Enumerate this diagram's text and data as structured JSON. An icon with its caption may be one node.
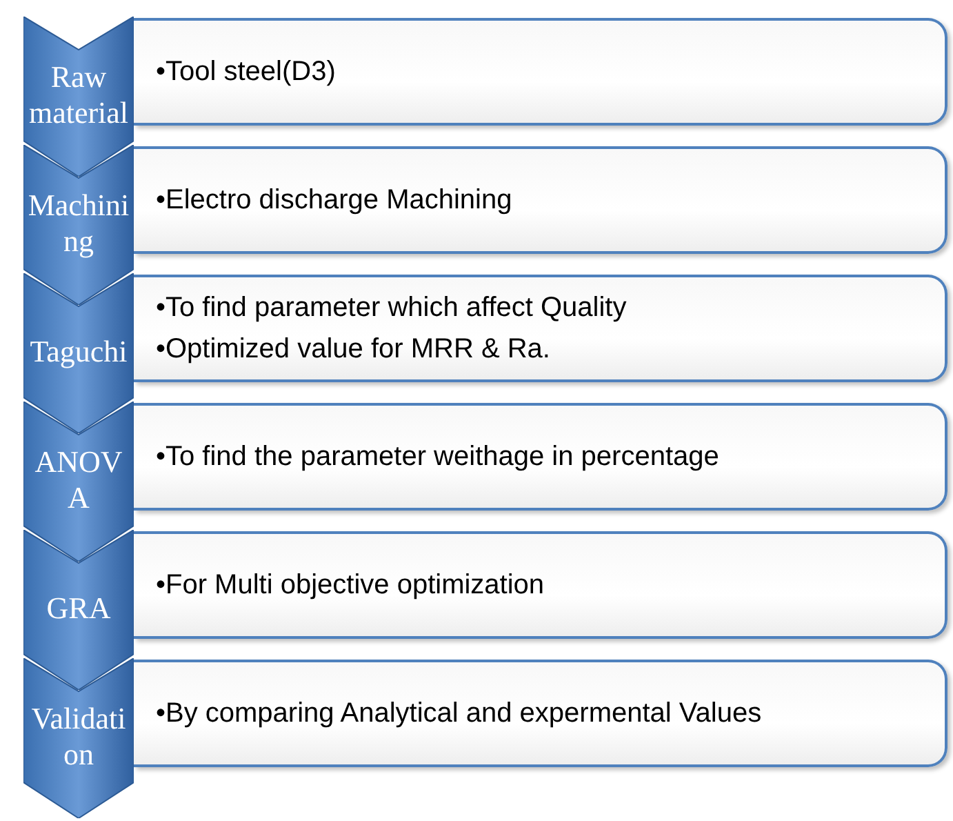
{
  "diagram": {
    "nodes": [
      {
        "text": [
          "Raw material"
        ]
      },
      {
        "text": [
          "•Tool steel(D3)"
        ]
      },
      {
        "text": [
          "Machining"
        ]
      },
      {
        "text": [
          "•Electro discharge Machining"
        ]
      },
      {
        "text": [
          "Taguchi"
        ]
      },
      {
        "text": [
          "•To find parameter which affect Quality",
          "•Optimized value for MRR & Ra."
        ]
      },
      {
        "text": [
          "ANOVA"
        ]
      },
      {
        "text": [
          "•To find the parameter weithage in percentage"
        ]
      },
      {
        "text": [
          "GRA"
        ]
      },
      {
        "text": [
          "•For Multi objective optimization"
        ]
      },
      {
        "text": [
          "Validation"
        ]
      },
      {
        "text": [
          "•By comparing Analytical and expermental Values"
        ]
      }
    ]
  }
}
